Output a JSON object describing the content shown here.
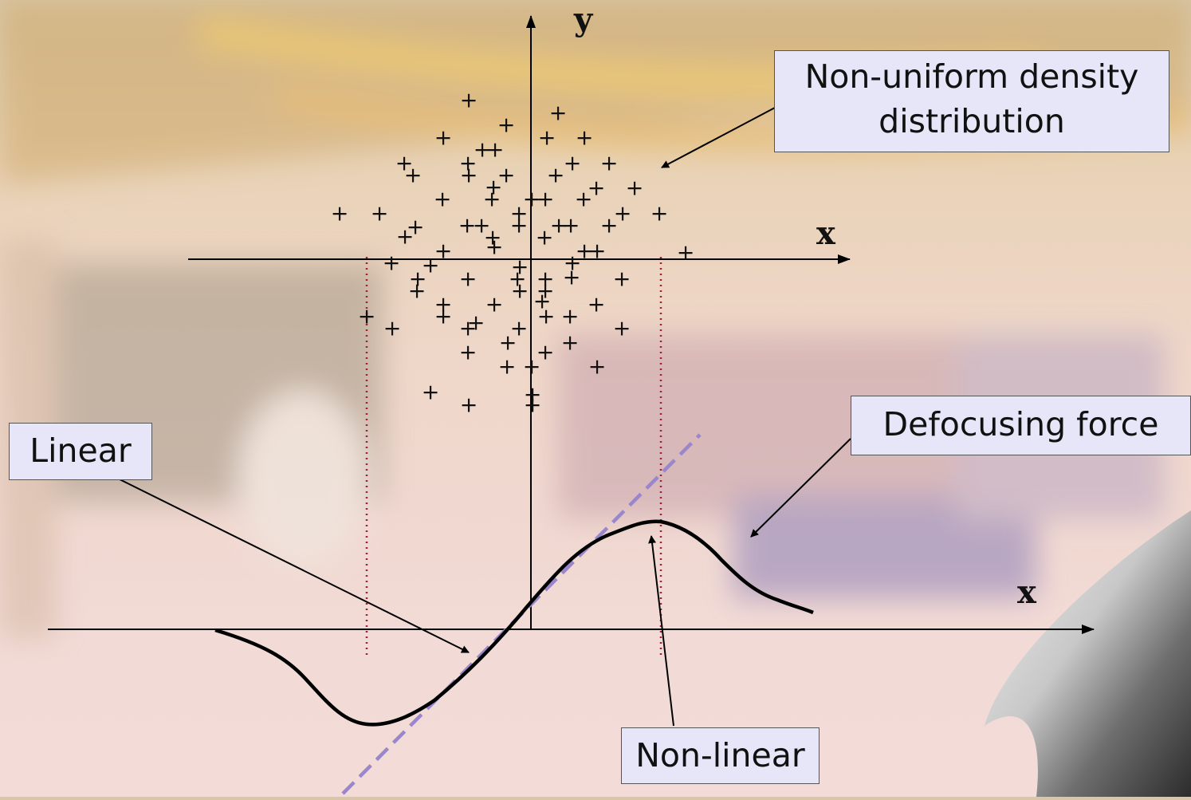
{
  "diagram": {
    "axes": {
      "y_label": "y",
      "x_label_top": "x",
      "x_label_bottom": "x"
    },
    "labels": {
      "density": "Non-uniform density distribution",
      "defocusing": "Defocusing force",
      "linear": "Linear",
      "nonlinear": "Non-linear"
    },
    "colors": {
      "dashed_line": "#9a86cc",
      "dotted_lines": "#a0203c",
      "label_fill": "#e6e6f8"
    }
  }
}
